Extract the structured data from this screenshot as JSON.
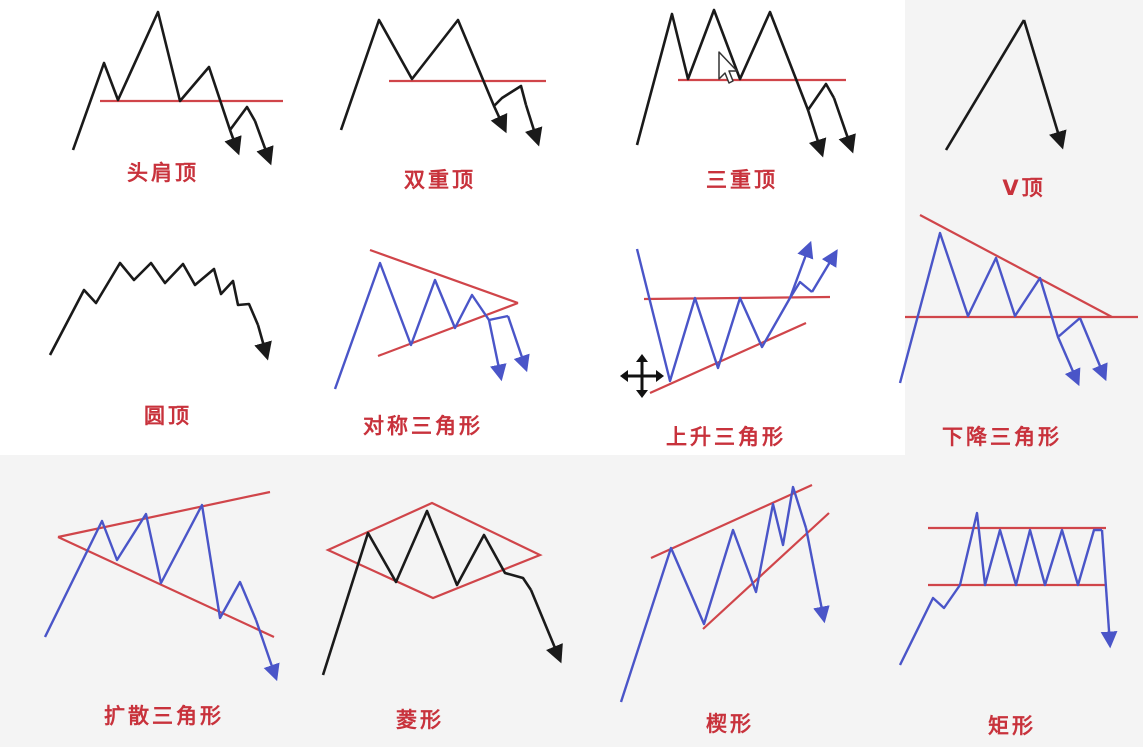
{
  "colors": {
    "black_line": "#1a1a1a",
    "blue_line": "#4a55c8",
    "red_line": "#d0454a",
    "label_text": "#c8323c",
    "background": "#ffffff",
    "panel_background": "#f4f4f4"
  },
  "cursor_icon": "mouse-pointer-icon",
  "move_icon": "move-cross-icon",
  "patterns": [
    {
      "id": "head-shoulders-top",
      "label": "头肩顶"
    },
    {
      "id": "double-top",
      "label": "双重顶"
    },
    {
      "id": "triple-top",
      "label": "三重顶"
    },
    {
      "id": "v-top",
      "label": "V顶"
    },
    {
      "id": "rounding-top",
      "label": "圆顶"
    },
    {
      "id": "symmetrical-triangle",
      "label": "对称三角形"
    },
    {
      "id": "ascending-triangle",
      "label": "上升三角形"
    },
    {
      "id": "descending-triangle",
      "label": "下降三角形"
    },
    {
      "id": "broadening-triangle",
      "label": "扩散三角形"
    },
    {
      "id": "diamond",
      "label": "菱形"
    },
    {
      "id": "wedge",
      "label": "楔形"
    },
    {
      "id": "rectangle",
      "label": "矩形"
    }
  ]
}
